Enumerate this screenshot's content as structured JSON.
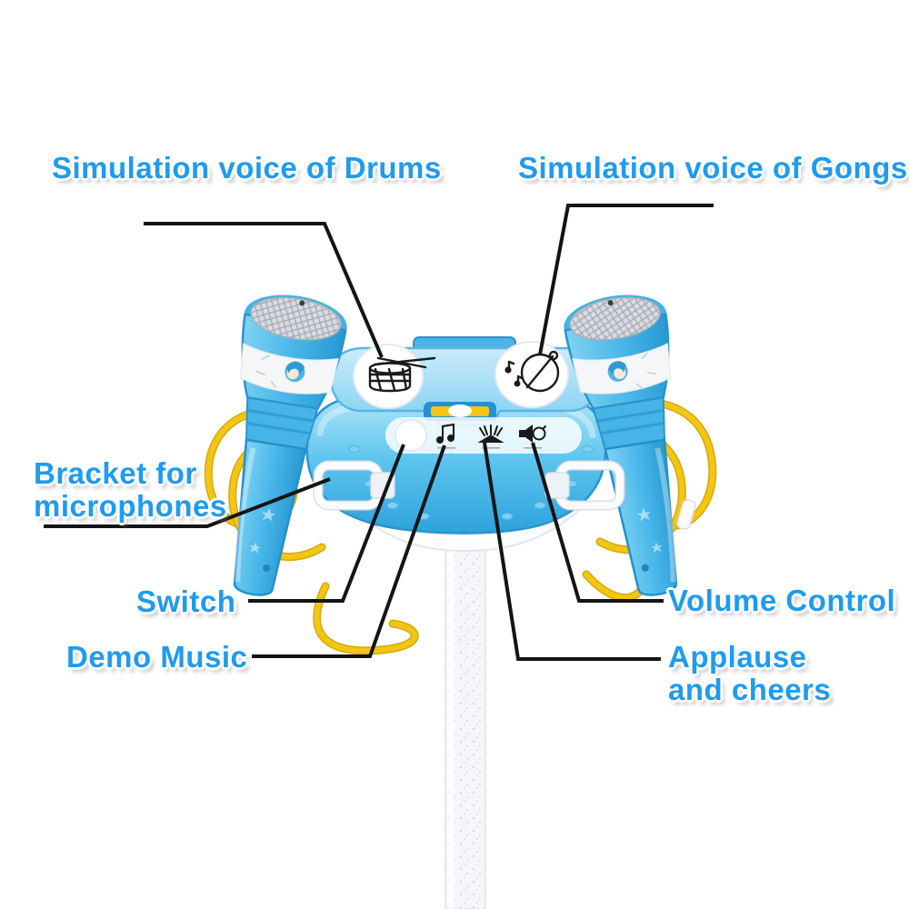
{
  "page": {
    "background": "#ffffff",
    "description": "Annotated product photo of a kids blue karaoke microphone stand toy"
  },
  "annotations": {
    "drums": {
      "text": "Simulation voice of Drums"
    },
    "gongs": {
      "text": "Simulation voice of Gongs"
    },
    "bracket": {
      "lines": [
        "Bracket for",
        "microphones"
      ]
    },
    "switch": {
      "text": "Switch"
    },
    "demo_music": {
      "text": "Demo Music"
    },
    "volume": {
      "text": "Volume Control"
    },
    "applause": {
      "lines": [
        "Applause",
        "and cheers"
      ]
    }
  },
  "icons": {
    "drum_pad": "drum-with-sticks-icon",
    "gong_pad": "gong-with-mallet-icon",
    "demo": "music-note-icon",
    "applause": "clapping-hands-icon",
    "volume": "speaker-icon"
  },
  "colors": {
    "label_blue": "#1e9bf0",
    "callout_line": "#141414",
    "toy_blue_light": "#9fdef6",
    "toy_blue": "#3eb2e8",
    "toy_blue_dark": "#2489c6",
    "cable_yellow": "#f2c614",
    "pad_white": "#ffffff",
    "pole_white": "#f5f5fa",
    "mesh_silver": "#d8dbdf"
  }
}
